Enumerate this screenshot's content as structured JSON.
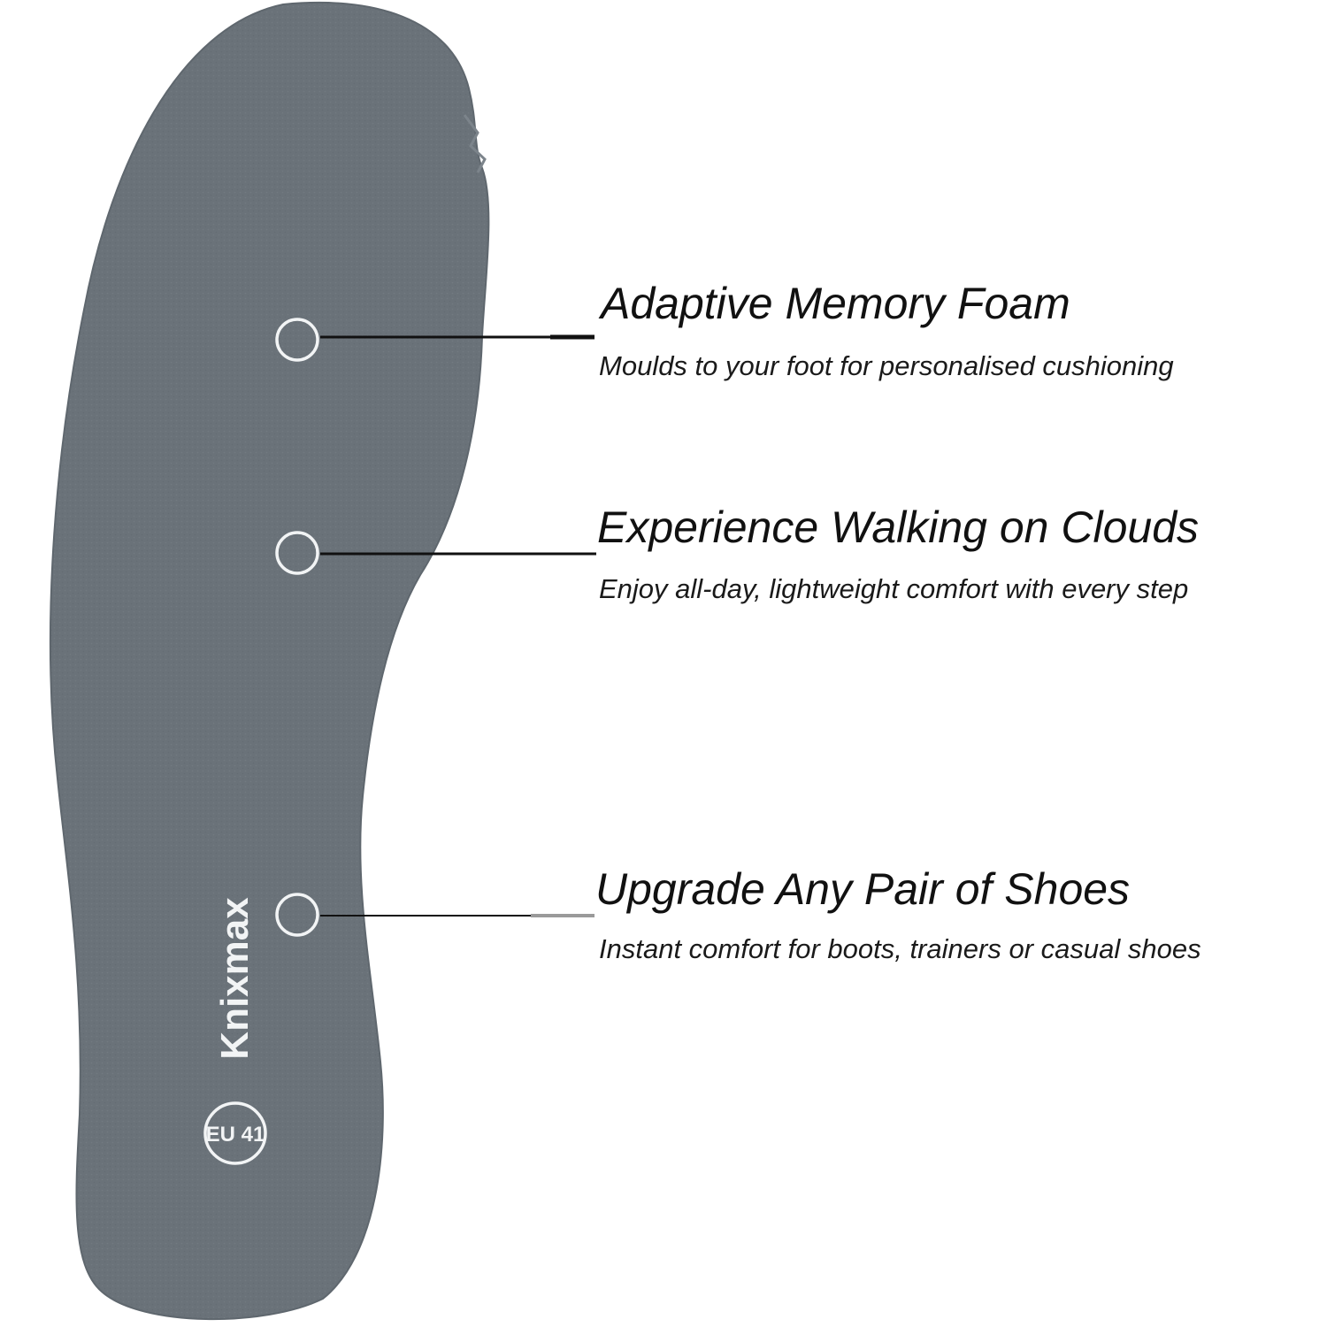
{
  "brand": {
    "name": "Knixmax",
    "size_badge": "EU 41"
  },
  "colors": {
    "insole_fill": "#6a7279",
    "insole_edge": "#5f676e",
    "marker_ring": "#f2f4f5",
    "text": "#111111",
    "leader_line": "#111111",
    "background": "#ffffff"
  },
  "features": [
    {
      "title": "Adaptive Memory Foam",
      "description": "Moulds to your foot for personalised cushioning"
    },
    {
      "title": "Experience Walking on Clouds",
      "description": "Enjoy all-day, lightweight comfort with every step"
    },
    {
      "title": "Upgrade Any Pair of Shoes",
      "description": "Instant comfort for boots, trainers or casual shoes"
    }
  ]
}
